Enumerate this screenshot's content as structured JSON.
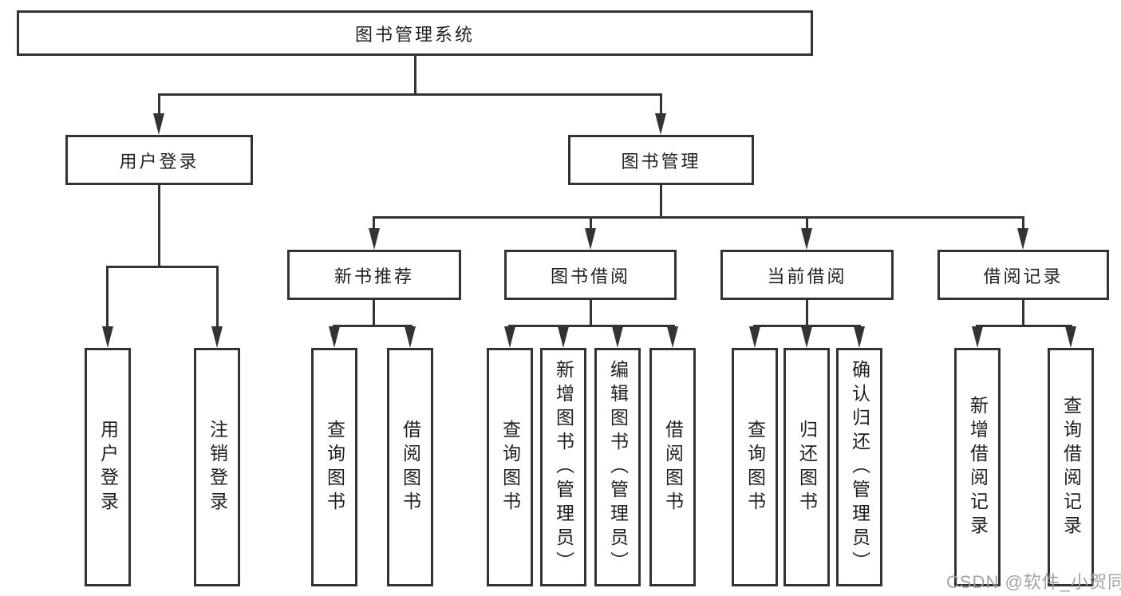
{
  "tree": {
    "root": {
      "label": "图书管理系统"
    },
    "branches": [
      {
        "label": "用户登录"
      },
      {
        "label": "图书管理"
      }
    ],
    "modules": [
      {
        "label": "新书推荐",
        "parent": "图书管理"
      },
      {
        "label": "图书借阅",
        "parent": "图书管理"
      },
      {
        "label": "当前借阅",
        "parent": "图书管理"
      },
      {
        "label": "借阅记录",
        "parent": "图书管理"
      }
    ],
    "functions": [
      {
        "label": "用户登录",
        "parent": "用户登录"
      },
      {
        "label": "注销登录",
        "parent": "用户登录"
      },
      {
        "label": "查询图书",
        "parent": "新书推荐"
      },
      {
        "label": "借阅图书",
        "parent": "新书推荐"
      },
      {
        "label": "查询图书",
        "parent": "图书借阅"
      },
      {
        "label": "新增图书（管理员）",
        "parent": "图书借阅"
      },
      {
        "label": "编辑图书（管理员）",
        "parent": "图书借阅"
      },
      {
        "label": "借阅图书",
        "parent": "图书借阅"
      },
      {
        "label": "查询图书",
        "parent": "当前借阅"
      },
      {
        "label": "归还图书",
        "parent": "当前借阅"
      },
      {
        "label": "确认归还（管理员）",
        "parent": "当前借阅"
      },
      {
        "label": "新增借阅记录",
        "parent": "借阅记录"
      },
      {
        "label": "查询借阅记录",
        "parent": "借阅记录"
      }
    ]
  },
  "watermark": {
    "text": "CSDN @软件_小贺同学"
  },
  "colors": {
    "box_border": "#333333",
    "connector_line": "#333333",
    "text": "#1f1f1f",
    "watermark_text": "#9e9e9e",
    "background": "#ffffff"
  }
}
